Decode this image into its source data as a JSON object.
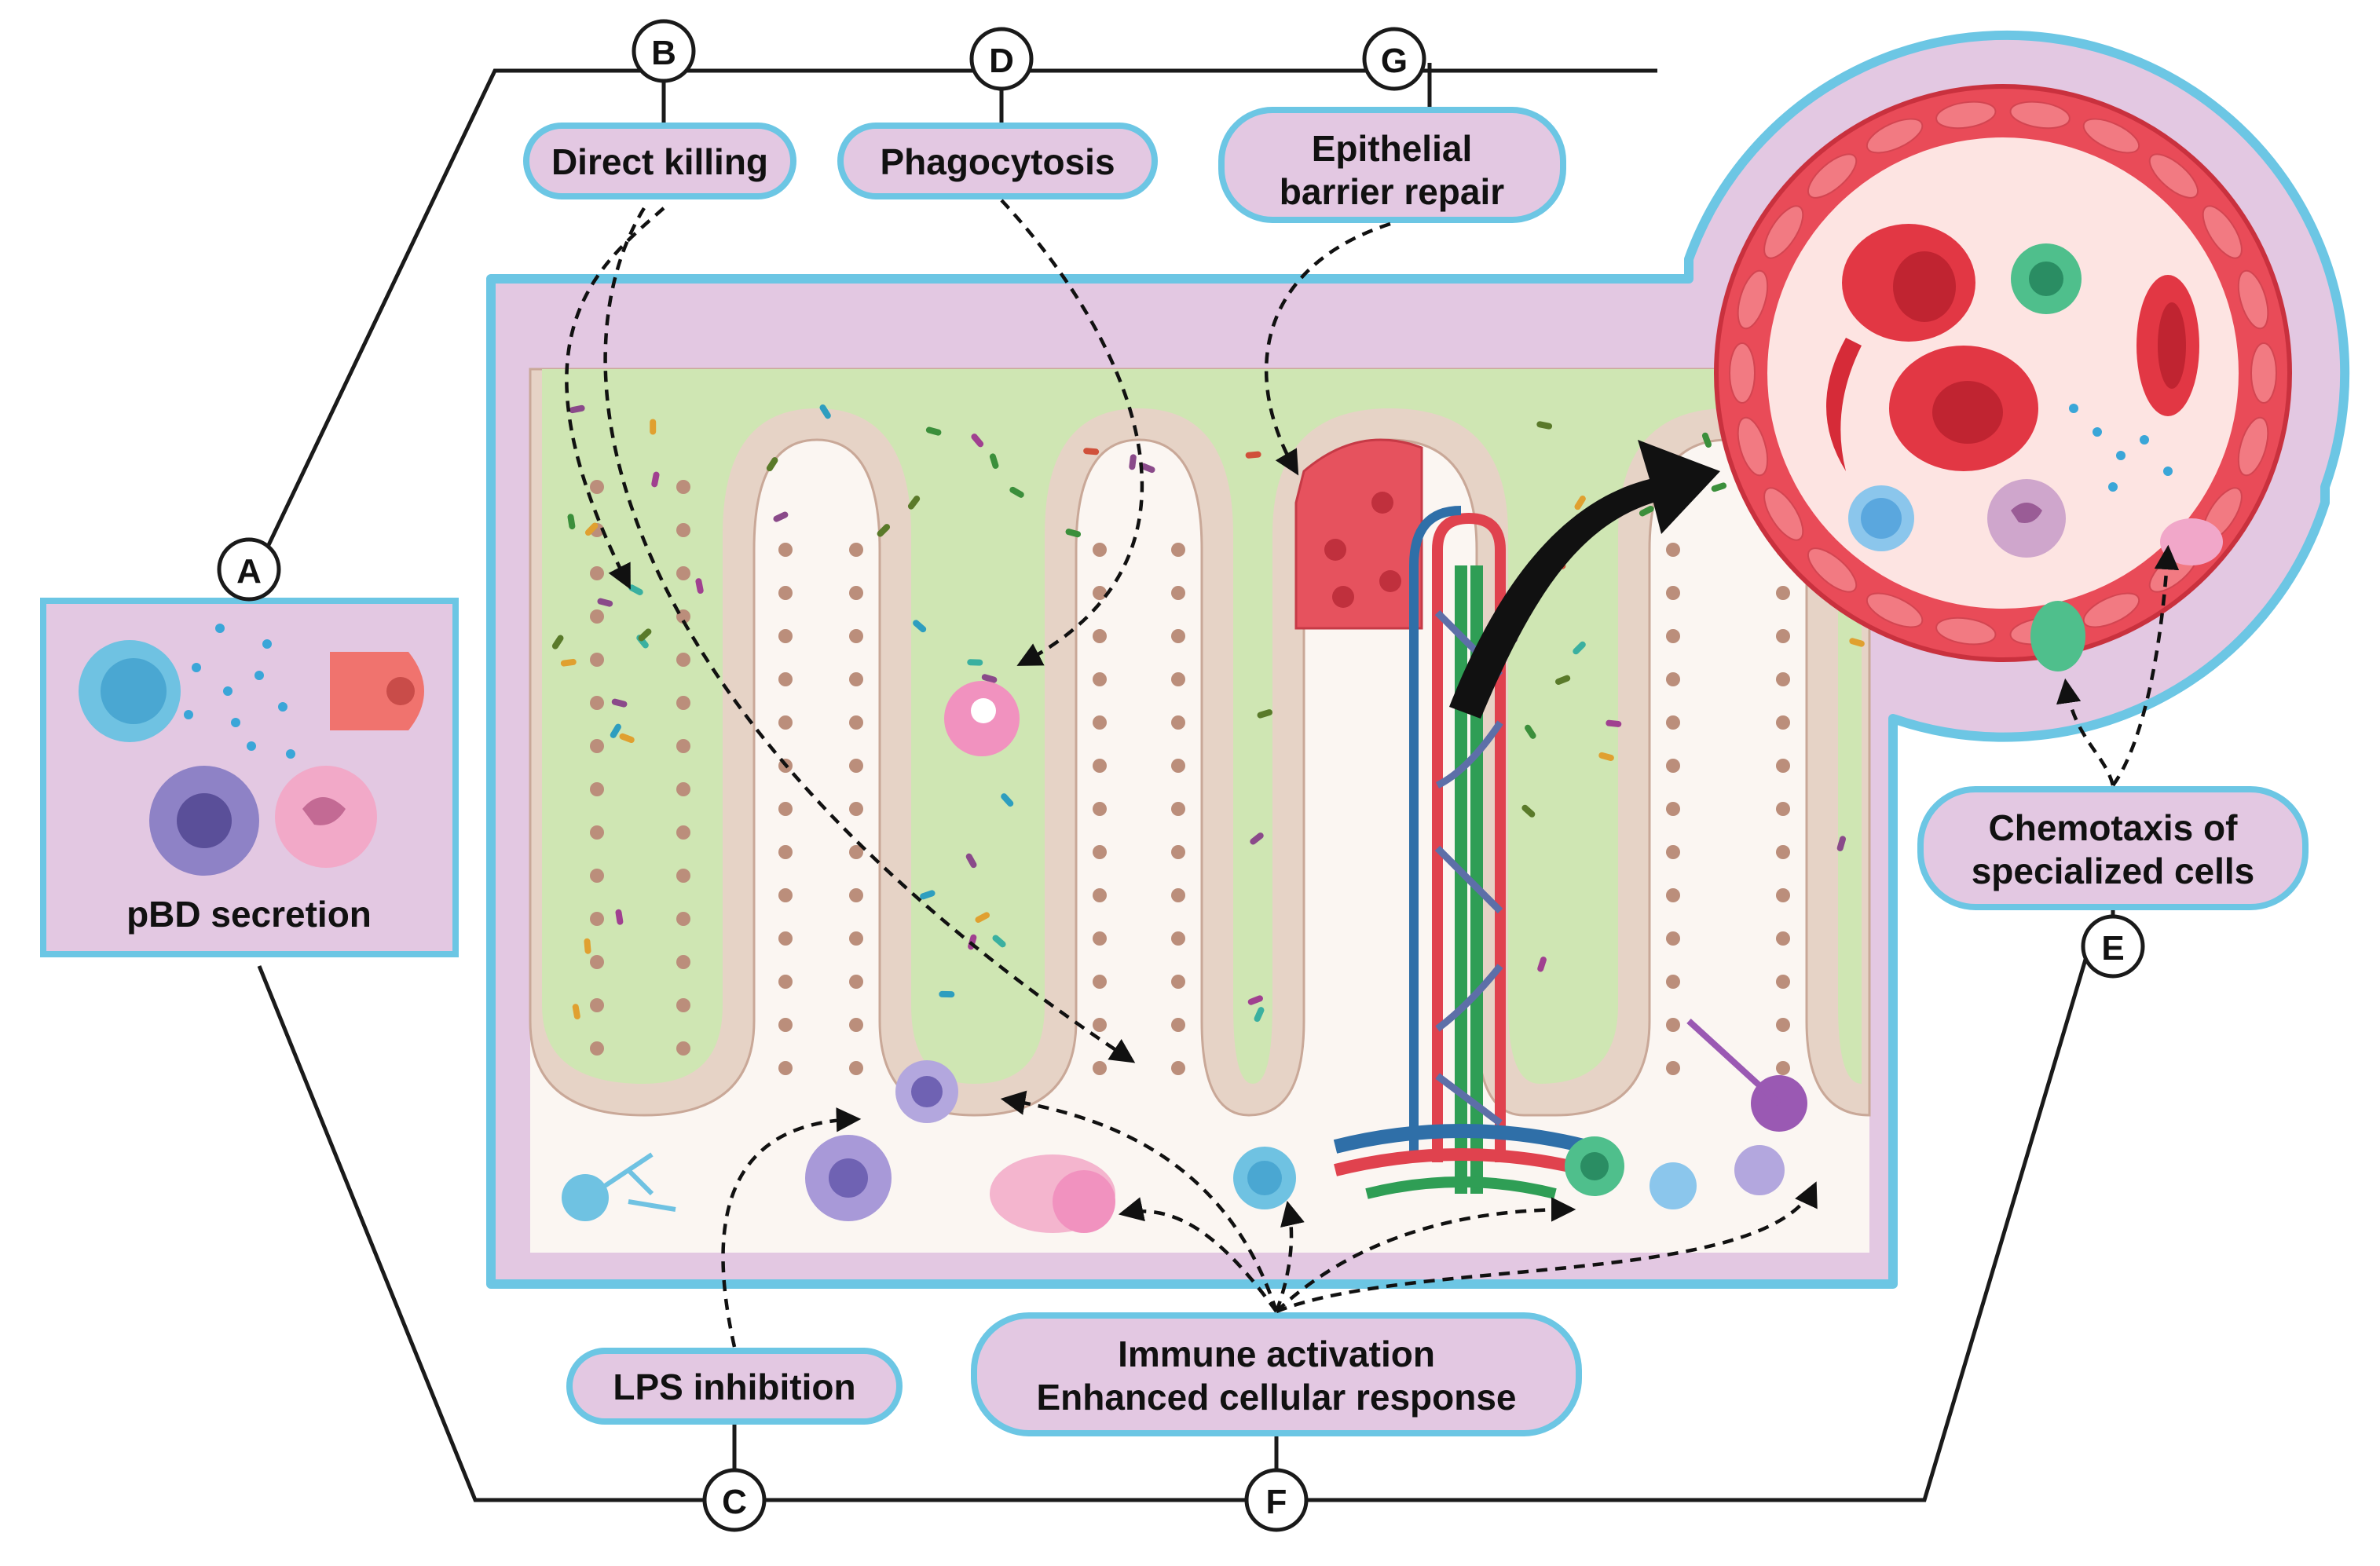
{
  "labels": {
    "pbd_secretion": "pBD secretion",
    "direct_killing": "Direct killing",
    "phagocytosis": "Phagocytosis",
    "epithelial_line1": "Epithelial",
    "epithelial_line2": "barrier repair",
    "chemotaxis_line1": "Chemotaxis of",
    "chemotaxis_line2": "specialized cells",
    "lps_inhibition": "LPS inhibition",
    "immune_line1": "Immune activation",
    "immune_line2": "Enhanced cellular response"
  },
  "markers": {
    "a": "A",
    "b": "B",
    "c": "C",
    "d": "D",
    "e": "E",
    "f": "F",
    "g": "G"
  },
  "colors": {
    "box_fill": "#e3c8e2",
    "box_stroke": "#6cc6e4",
    "lumen": "#cfe6b3",
    "epithelium": "#e6d3c6",
    "nucleus": "#bb8e7b",
    "vessel_red": "#e0424e",
    "vessel_blue": "#2f6fa8",
    "lymph_green": "#2f9e55"
  }
}
